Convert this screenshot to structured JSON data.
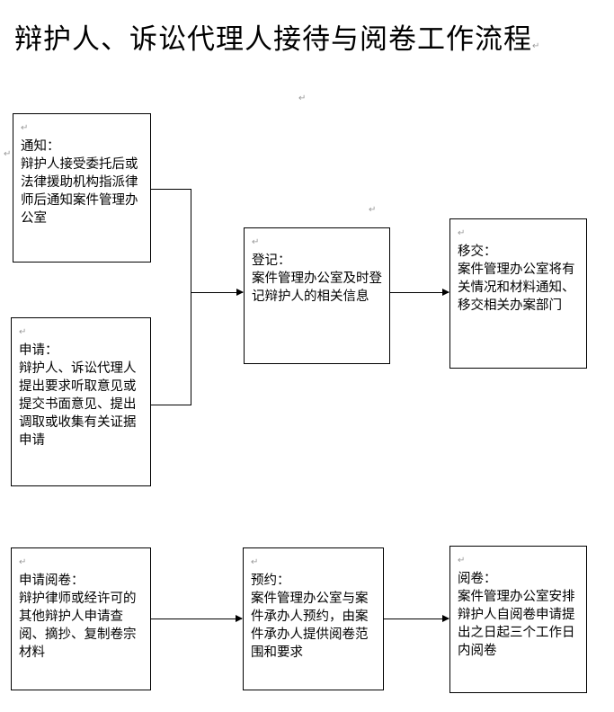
{
  "title": "辩护人、诉讼代理人接待与阅卷工作流程",
  "para_mark": "↵",
  "boxes": {
    "notify": {
      "heading": "通知：",
      "body": "辩护人接受委托后或法律援助机构指派律师后通知案件管理办公室"
    },
    "apply": {
      "heading": "申请：",
      "body": "辩护人、诉讼代理人提出要求听取意见或提交书面意见、提出调取或收集有关证据申请"
    },
    "register": {
      "heading": "登记：",
      "body": "案件管理办公室及时登记辩护人的相关信息"
    },
    "transfer": {
      "heading": "移交：",
      "body": "案件管理办公室将有关情况和材料通知、移交相关办案部门"
    },
    "apply_review": {
      "heading": "申请阅卷：",
      "body": "辩护律师或经许可的其他辩护人申请查阅、摘抄、复制卷宗材料"
    },
    "appointment": {
      "heading": "预约：",
      "body": "案件管理办公室与案件承办人预约，由案件承办人提供阅卷范围和要求"
    },
    "review": {
      "heading": "阅卷：",
      "body": "案件管理办公室安排辩护人自阅卷申请提出之日起三个工作日内阅卷"
    }
  }
}
